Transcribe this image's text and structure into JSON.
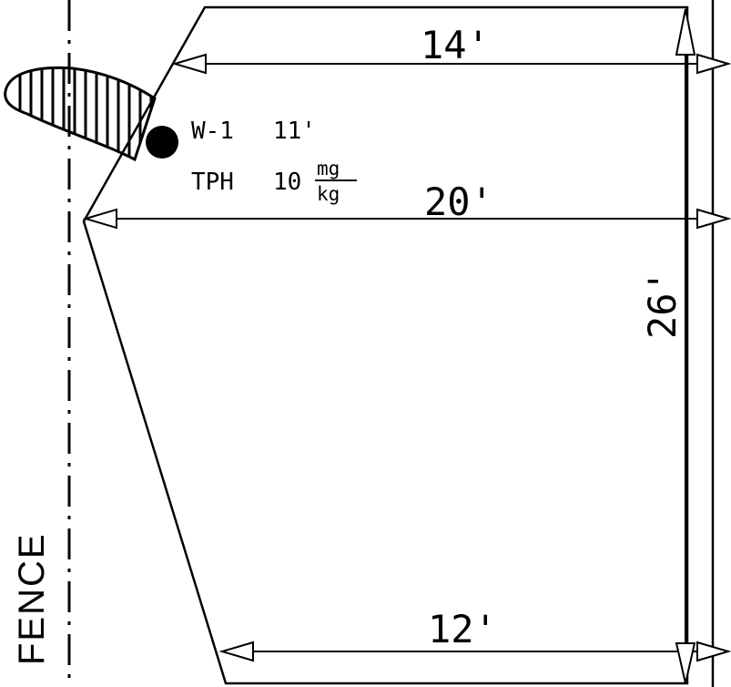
{
  "dimensions": {
    "top_width": "14'",
    "mid_width": "20'",
    "height": "26'",
    "bottom_width": "12'"
  },
  "well": {
    "id": "W-1",
    "depth": "11'",
    "tph_label": "TPH",
    "tph_value": "10",
    "unit_numerator": "mg",
    "unit_denominator": "kg"
  },
  "fence_label": "FENCE"
}
